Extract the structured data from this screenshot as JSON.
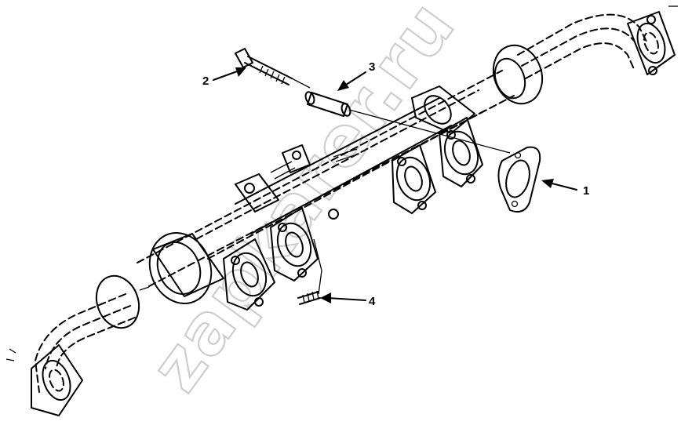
{
  "diagram": {
    "callouts": [
      {
        "id": "1",
        "label": "1"
      },
      {
        "id": "2",
        "label": "2"
      },
      {
        "id": "3",
        "label": "3"
      },
      {
        "id": "4",
        "label": "4"
      }
    ],
    "watermark": "zapkarer.ru",
    "colors": {
      "line": "#000000",
      "background": "#ffffff",
      "watermark": "#bdbdbd"
    }
  }
}
